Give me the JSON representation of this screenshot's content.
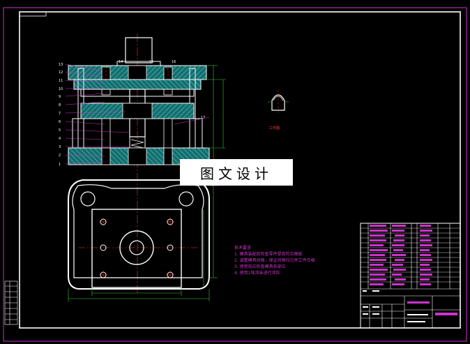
{
  "watermark": {
    "text": "图文设计"
  },
  "technical_requirements": {
    "title": "技术要求",
    "items": [
      "1.  模具装配前检查零件是否符合图纸",
      "2.  调整模具间隙，保证间隙均匀并工件合格",
      "3.  使用前应检查模具各部位",
      "4.  使用1吨冲床进行冲压"
    ]
  },
  "workpiece": {
    "label": "工件图"
  },
  "part_numbers_left": [
    "13",
    "12",
    "11",
    "10",
    "9",
    "8",
    "7",
    "6",
    "5",
    "4",
    "3",
    "2",
    "1"
  ],
  "part_numbers_top": [
    "14",
    "15",
    "16"
  ],
  "part_number_right": "17",
  "colors": {
    "background": "#000000",
    "frame": "#ffffff",
    "border_outer": "#cc33cc",
    "section_hatch": "#33cccc",
    "centerline": "#ff3333",
    "dimension": "#33cc33",
    "leader": "#cc33cc"
  }
}
